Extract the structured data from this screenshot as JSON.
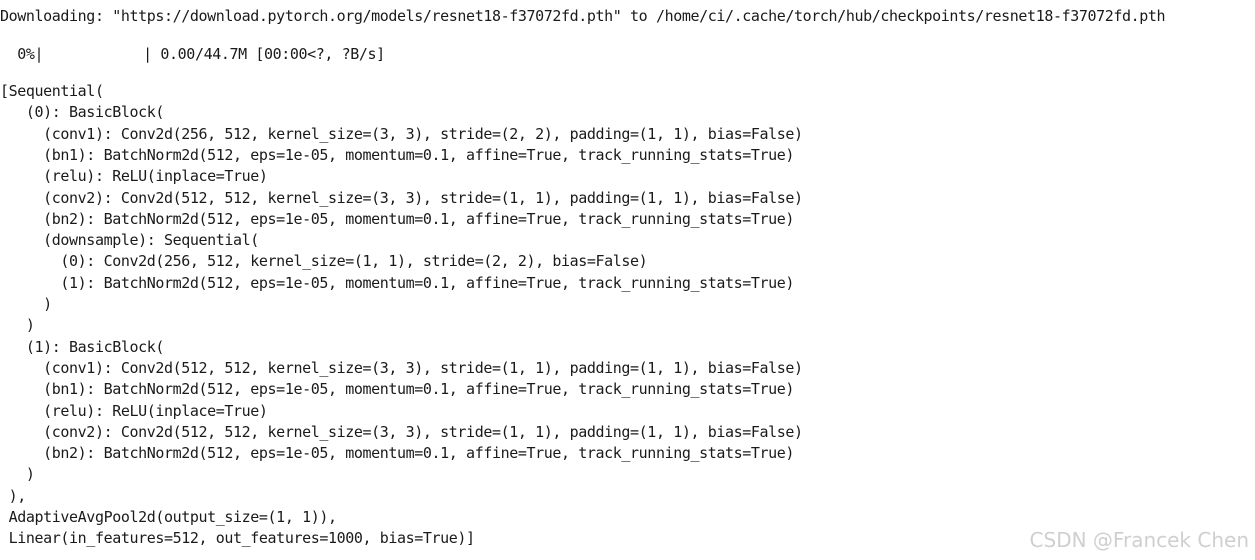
{
  "download": {
    "text": "Downloading: \"https://download.pytorch.org/models/resnet18-f37072fd.pth\" to /home/ci/.cache/torch/hub/checkpoints/resnet18-f37072fd.pth"
  },
  "progress": {
    "percent_label": "  0%|",
    "fraction": 0,
    "stats": "| 0.00/44.7M [00:00<?, ?B/s]"
  },
  "lines": [
    "[Sequential(",
    "   (0): BasicBlock(",
    "     (conv1): Conv2d(256, 512, kernel_size=(3, 3), stride=(2, 2), padding=(1, 1), bias=False)",
    "     (bn1): BatchNorm2d(512, eps=1e-05, momentum=0.1, affine=True, track_running_stats=True)",
    "     (relu): ReLU(inplace=True)",
    "     (conv2): Conv2d(512, 512, kernel_size=(3, 3), stride=(1, 1), padding=(1, 1), bias=False)",
    "     (bn2): BatchNorm2d(512, eps=1e-05, momentum=0.1, affine=True, track_running_stats=True)",
    "     (downsample): Sequential(",
    "       (0): Conv2d(256, 512, kernel_size=(1, 1), stride=(2, 2), bias=False)",
    "       (1): BatchNorm2d(512, eps=1e-05, momentum=0.1, affine=True, track_running_stats=True)",
    "     )",
    "   )",
    "   (1): BasicBlock(",
    "     (conv1): Conv2d(512, 512, kernel_size=(3, 3), stride=(1, 1), padding=(1, 1), bias=False)",
    "     (bn1): BatchNorm2d(512, eps=1e-05, momentum=0.1, affine=True, track_running_stats=True)",
    "     (relu): ReLU(inplace=True)",
    "     (conv2): Conv2d(512, 512, kernel_size=(3, 3), stride=(1, 1), padding=(1, 1), bias=False)",
    "     (bn2): BatchNorm2d(512, eps=1e-05, momentum=0.1, affine=True, track_running_stats=True)",
    "   )",
    " ),",
    " AdaptiveAvgPool2d(output_size=(1, 1)),",
    " Linear(in_features=512, out_features=1000, bias=True)]"
  ],
  "watermark": "CSDN @Francek Chen"
}
